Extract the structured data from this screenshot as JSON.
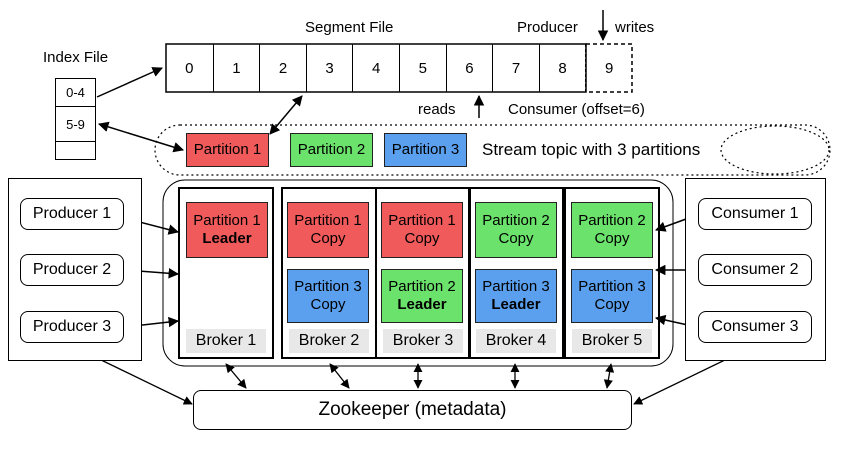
{
  "segment": {
    "title": "Segment File",
    "cells": [
      "0",
      "1",
      "2",
      "3",
      "4",
      "5",
      "6",
      "7",
      "8",
      "9"
    ],
    "producer_label": "Producer",
    "writes_label": "writes",
    "reads_label": "reads",
    "consumer_label": "Consumer (offset=6)"
  },
  "index": {
    "title": "Index File",
    "rows": [
      "0-4",
      "5-9",
      ""
    ]
  },
  "topic": {
    "partitions": [
      "Partition 1",
      "Partition 2",
      "Partition 3"
    ],
    "caption": "Stream topic with 3 partitions"
  },
  "producers": [
    "Producer 1",
    "Producer 2",
    "Producer 3"
  ],
  "consumers": [
    "Consumer 1",
    "Consumer 2",
    "Consumer 3"
  ],
  "brokers": [
    {
      "label": "Broker 1",
      "parts": [
        {
          "name": "Partition 1",
          "role": "Leader",
          "color": "#f15a5a"
        }
      ]
    },
    {
      "label": "Broker 2",
      "parts": [
        {
          "name": "Partition 1",
          "role": "Copy",
          "color": "#f15a5a"
        },
        {
          "name": "Partition 3",
          "role": "Copy",
          "color": "#5aa0ee"
        }
      ]
    },
    {
      "label": "Broker 3",
      "parts": [
        {
          "name": "Partition 1",
          "role": "Copy",
          "color": "#f15a5a"
        },
        {
          "name": "Partition 2",
          "role": "Leader",
          "color": "#6be26b"
        }
      ]
    },
    {
      "label": "Broker 4",
      "parts": [
        {
          "name": "Partition 2",
          "role": "Copy",
          "color": "#6be26b"
        },
        {
          "name": "Partition 3",
          "role": "Leader",
          "color": "#5aa0ee"
        }
      ]
    },
    {
      "label": "Broker 5",
      "parts": [
        {
          "name": "Partition 2",
          "role": "Copy",
          "color": "#6be26b"
        },
        {
          "name": "Partition 3",
          "role": "Copy",
          "color": "#5aa0ee"
        }
      ]
    }
  ],
  "zookeeper": "Zookeeper (metadata)",
  "colors": {
    "partition1": "#f15a5a",
    "partition2": "#6be26b",
    "partition3": "#5aa0ee"
  }
}
